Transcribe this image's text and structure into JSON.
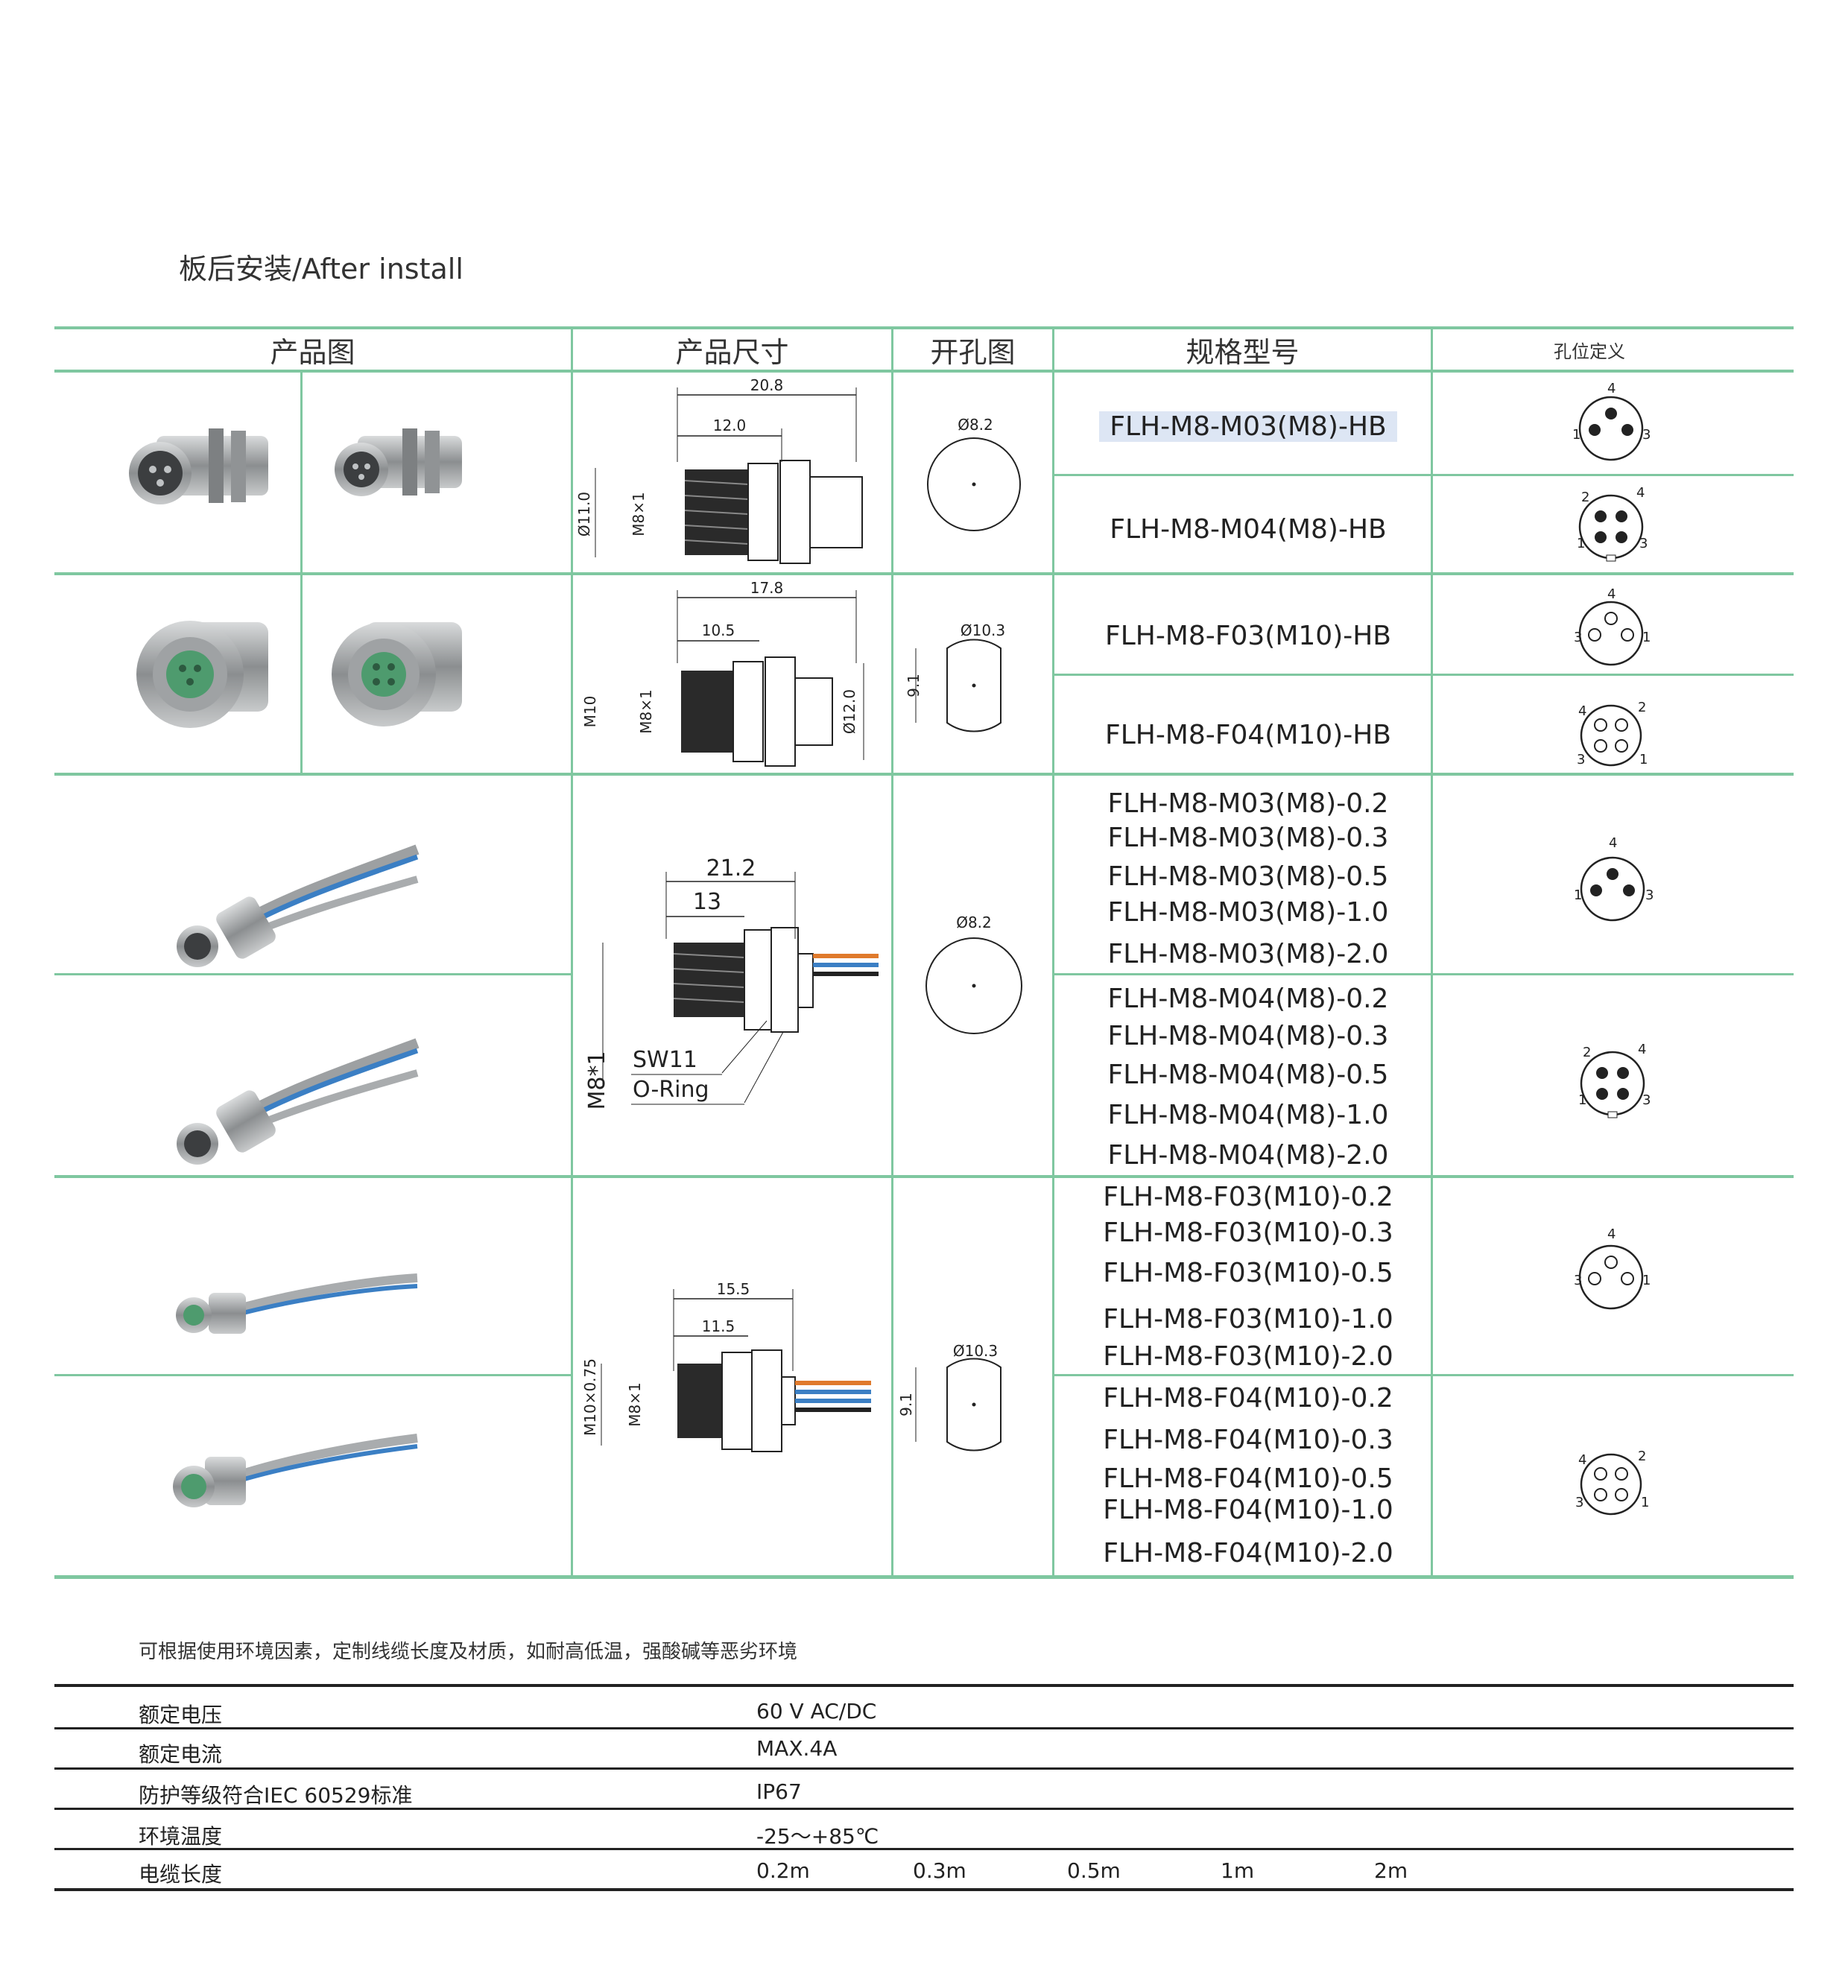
{
  "section_title": "板后安装/After install",
  "headers": {
    "product_image": "产品图",
    "product_size": "产品尺寸",
    "hole_diagram": "开孔图",
    "model": "规格型号",
    "pin_def": "孔位定义"
  },
  "rows": [
    {
      "dims": {
        "total": "20.8",
        "thread": "12.0",
        "dia": "Ø11.0",
        "thread_label": "M8×1"
      },
      "hole": "Ø8.2",
      "models": [
        "FLH-M8-M03(M8)-HB",
        "FLH-M8-M04(M8)-HB"
      ],
      "pins": [
        [
          "4",
          "1",
          "3"
        ],
        [
          "2",
          "4",
          "1",
          "3"
        ]
      ]
    },
    {
      "dims": {
        "total": "17.8",
        "thread": "10.5",
        "dia_left": "M10",
        "thread_label": "M8×1",
        "dia_right": "Ø12.0"
      },
      "hole": "Ø10.3",
      "hole_flat": "9.1",
      "models": [
        "FLH-M8-F03(M10)-HB",
        "FLH-M8-F04(M10)-HB"
      ],
      "pins": [
        [
          "4",
          "3",
          "1"
        ],
        [
          "4",
          "2",
          "3",
          "1"
        ]
      ]
    },
    {
      "dims": {
        "total": "21.2",
        "thread": "13",
        "thread_label": "M8*1",
        "sw": "SW11",
        "oring": "O-Ring"
      },
      "hole": "Ø8.2",
      "models_a": [
        "FLH-M8-M03(M8)-0.2",
        "FLH-M8-M03(M8)-0.3",
        "FLH-M8-M03(M8)-0.5",
        "FLH-M8-M03(M8)-1.0",
        "FLH-M8-M03(M8)-2.0"
      ],
      "models_b": [
        "FLH-M8-M04(M8)-0.2",
        "FLH-M8-M04(M8)-0.3",
        "FLH-M8-M04(M8)-0.5",
        "FLH-M8-M04(M8)-1.0",
        "FLH-M8-M04(M8)-2.0"
      ],
      "pins": [
        [
          "4",
          "1",
          "3"
        ],
        [
          "2",
          "4",
          "1",
          "3"
        ]
      ]
    },
    {
      "dims": {
        "total": "15.5",
        "thread": "11.5",
        "dia_left": "M10×0.75",
        "thread_label": "M8×1"
      },
      "hole": "Ø10.3",
      "hole_flat": "9.1",
      "models_a": [
        "FLH-M8-F03(M10)-0.2",
        "FLH-M8-F03(M10)-0.3",
        "FLH-M8-F03(M10)-0.5",
        "FLH-M8-F03(M10)-1.0",
        "FLH-M8-F03(M10)-2.0"
      ],
      "models_b": [
        "FLH-M8-F04(M10)-0.2",
        "FLH-M8-F04(M10)-0.3",
        "FLH-M8-F04(M10)-0.5",
        "FLH-M8-F04(M10)-1.0",
        "FLH-M8-F04(M10)-2.0"
      ],
      "pins": [
        [
          "4",
          "3",
          "1"
        ],
        [
          "4",
          "2",
          "3",
          "1"
        ]
      ]
    }
  ],
  "note": "可根据使用环境因素，定制线缆长度及材质，如耐高低温，强酸碱等恶劣环境",
  "specs": [
    {
      "label": "额定电压",
      "value": "60 V AC/DC"
    },
    {
      "label": "额定电流",
      "value": "MAX.4A"
    },
    {
      "label": "防护等级符合IEC 60529标准",
      "value": "IP67"
    },
    {
      "label": "环境温度",
      "value": "-25～+85℃"
    },
    {
      "label": "电缆长度",
      "values": [
        "0.2m",
        "0.3m",
        "0.5m",
        "1m",
        "2m"
      ]
    }
  ],
  "colors": {
    "grid": "#7fc7a0",
    "metal": "#a9acae",
    "green_insert": "#4e9b6e",
    "blue_wire": "#3b7fc4",
    "orange_wire": "#e07a2c"
  }
}
